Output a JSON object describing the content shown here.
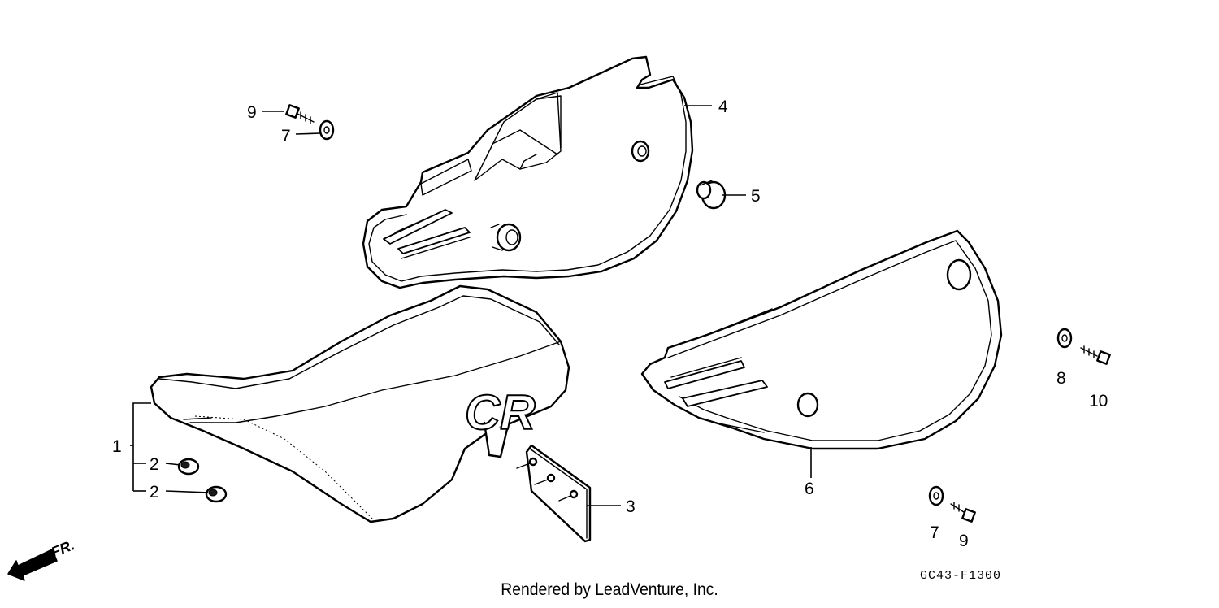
{
  "callouts": {
    "c1": "1",
    "c2a": "2",
    "c2b": "2",
    "c3": "3",
    "c4": "4",
    "c5": "5",
    "c6": "6",
    "c7a": "7",
    "c7b": "7",
    "c8": "8",
    "c9a": "9",
    "c9b": "9",
    "c10": "10"
  },
  "front_indicator": "FR.",
  "seat_logo": "CR",
  "diagram_code": "GC43-F1300",
  "footer_credit": "Rendered by LeadVenture, Inc."
}
